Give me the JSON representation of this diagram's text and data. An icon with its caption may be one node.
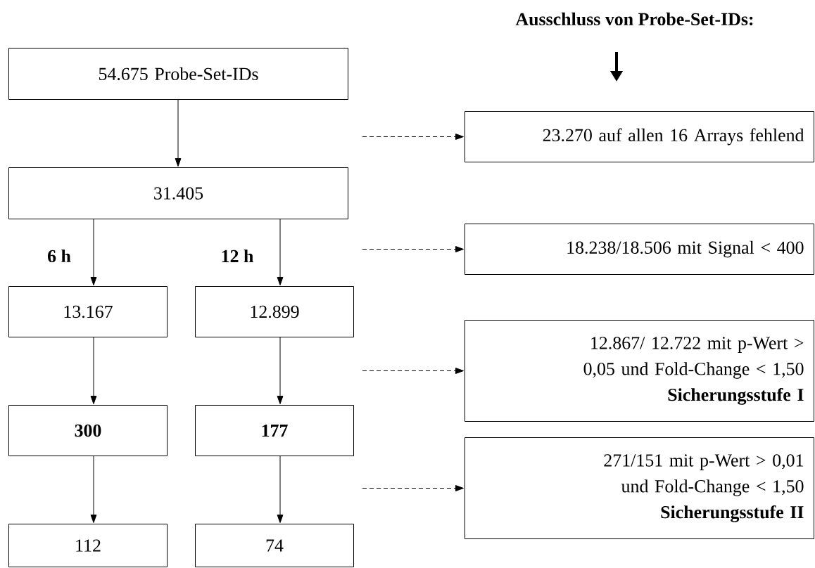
{
  "diagram": {
    "title": "Ausschluss von Probe-Set-IDs:",
    "nodes": [
      {
        "text": [
          "54.675 Probe-Set-IDs"
        ]
      },
      {
        "text": [
          "31.405"
        ]
      },
      {
        "text": [
          "13.167"
        ]
      },
      {
        "text": [
          "12.899"
        ]
      },
      {
        "text": [
          "300"
        ]
      },
      {
        "text": [
          "177"
        ]
      },
      {
        "text": [
          "112"
        ]
      },
      {
        "text": [
          "74"
        ]
      },
      {
        "text": [
          "23.270 auf allen 16 Arrays fehlend"
        ]
      },
      {
        "text": [
          "18.238/18.506 mit Signal < 400"
        ]
      },
      {
        "text": [
          "12.867/ 12.722  mit p-Wert > 0,05 und Fold-Change < 1,50",
          "Sicherungsstufe I"
        ]
      },
      {
        "text": [
          "271/151 mit p-Wert >  0,01 und Fold-Change < 1,50",
          "Sicherungsstufe II"
        ]
      }
    ],
    "edges": [
      {
        "from": 0,
        "to": 1,
        "arrow": "to"
      },
      {
        "from": 1,
        "to": 2,
        "arrow": "to",
        "label": "6 h"
      },
      {
        "from": 1,
        "to": 3,
        "arrow": "to",
        "label": "12 h"
      },
      {
        "from": 2,
        "to": 4,
        "arrow": "to"
      },
      {
        "from": 3,
        "to": 5,
        "arrow": "to"
      },
      {
        "from": 4,
        "to": 6,
        "arrow": "to"
      },
      {
        "from": 5,
        "to": 7,
        "arrow": "to"
      },
      {
        "from": null,
        "to": 8,
        "arrow": "to",
        "style": "dashed"
      },
      {
        "from": null,
        "to": 9,
        "arrow": "to",
        "style": "dashed"
      },
      {
        "from": null,
        "to": 10,
        "arrow": "to",
        "style": "dashed"
      },
      {
        "from": null,
        "to": 11,
        "arrow": "to",
        "style": "dashed"
      }
    ]
  }
}
